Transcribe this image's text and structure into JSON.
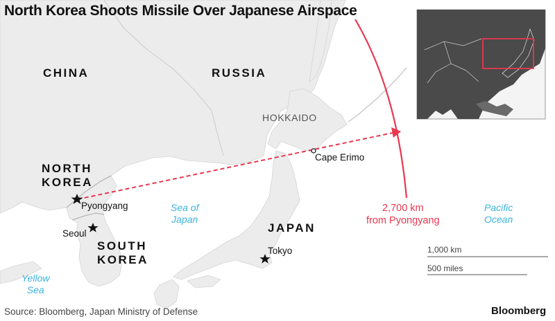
{
  "title": "North Korea Shoots Missile Over Japanese Airspace",
  "labels": {
    "china": "CHINA",
    "russia": "RUSSIA",
    "north_korea": [
      "NORTH",
      "KOREA"
    ],
    "south_korea": [
      "SOUTH",
      "KOREA"
    ],
    "japan": "JAPAN",
    "hokkaido": "HOKKAIDO"
  },
  "cities": {
    "pyongyang": "Pyongyang",
    "seoul": "Seoul",
    "tokyo": "Tokyo",
    "cape_erimo": "Cape Erimo"
  },
  "water": {
    "sea_of_japan": [
      "Sea of",
      "Japan"
    ],
    "yellow_sea": [
      "Yellow",
      "Sea"
    ],
    "pacific_ocean": [
      "Pacific",
      "Ocean"
    ]
  },
  "missile": {
    "distance_label": [
      "2,700 km",
      "from Pyongyang"
    ],
    "origin": "Pyongyang",
    "overflight": "Cape Erimo",
    "color": "#e8374f"
  },
  "scale": {
    "km": "1,000 km",
    "miles": "500 miles"
  },
  "source": "Source: Bloomberg, Japan Ministry of Defense",
  "brand": "Bloomberg",
  "colors": {
    "land": "#ececec",
    "sea": "#ffffff",
    "inset_land": "#4a4a4a",
    "inset_sea": "#f4f4f4",
    "highlight": "#e8374f",
    "water_label": "#3bb3df"
  }
}
